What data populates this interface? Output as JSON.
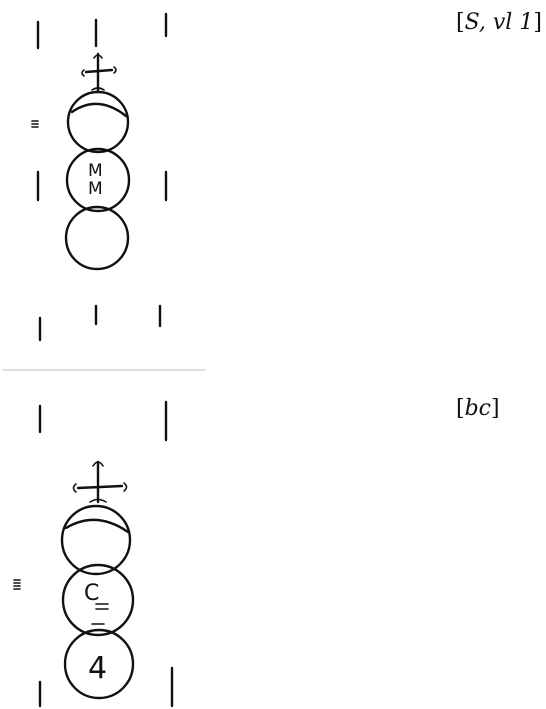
{
  "labels": {
    "top": {
      "open": "[",
      "main": "S, vl 1",
      "close": "]"
    },
    "bottom": {
      "open": "[",
      "main": "bc",
      "close": "]"
    }
  },
  "watermarks": {
    "top": {
      "icons": [
        "cross-icon",
        "crescent-circle-icon",
        "circle-icon",
        "circle-icon"
      ],
      "letters_line1": "M",
      "letters_line2": "M"
    },
    "bottom": {
      "icons": [
        "cross-icon",
        "crescent-circle-icon",
        "circle-icon",
        "circle-icon"
      ],
      "letter": "C",
      "number": "4"
    }
  },
  "colors": {
    "ink": "#111111",
    "rule": "#bdbdbd",
    "background": "#ffffff"
  }
}
